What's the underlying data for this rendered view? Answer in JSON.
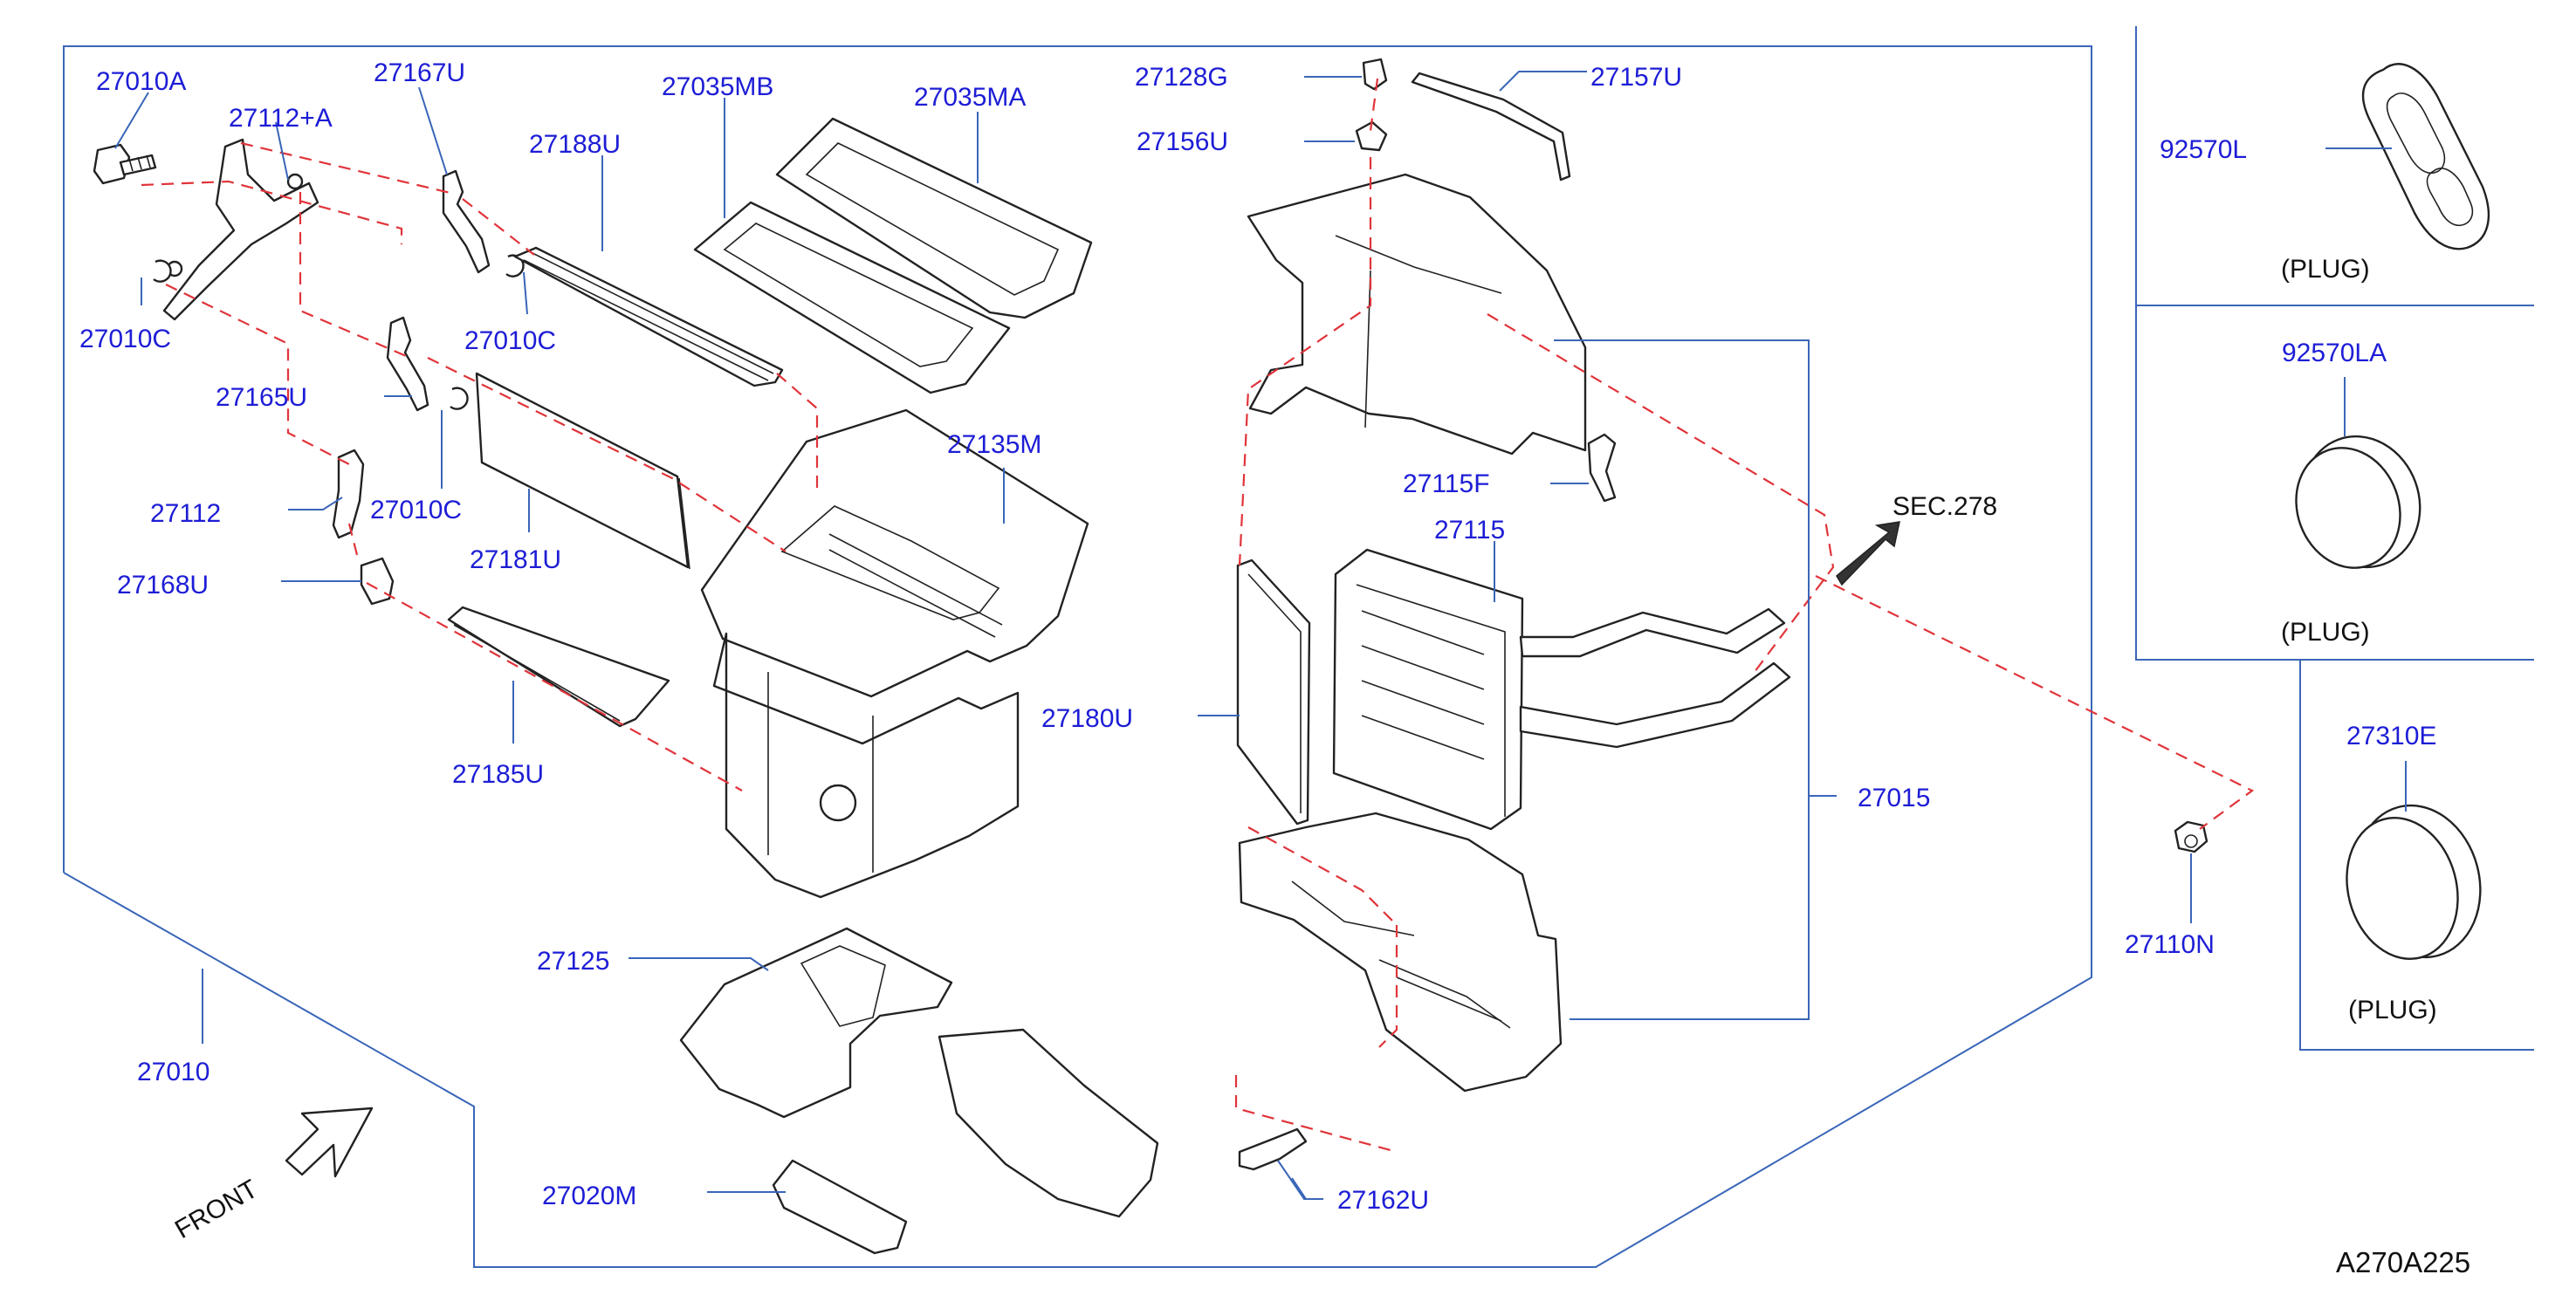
{
  "drawing_code": "A270A225",
  "front_label": "FRONT",
  "sec_reference": "SEC.278",
  "plug_caption": "(PLUG)",
  "colors": {
    "label": "#1d1dd6",
    "leader": "#3a66b8",
    "dashed": "#e0343a",
    "part_line": "#222222"
  },
  "parts": {
    "p27010A": "27010A",
    "p27112A": "27112+A",
    "p27167U": "27167U",
    "p27188U": "27188U",
    "p27035MB": "27035MB",
    "p27035MA": "27035MA",
    "p27010C_a": "27010C",
    "p27010C_b": "27010C",
    "p27010C_c": "27010C",
    "p27165U": "27165U",
    "p27112": "27112",
    "p27168U": "27168U",
    "p27181U": "27181U",
    "p27185U": "27185U",
    "p27135M": "27135M",
    "p27125": "27125",
    "p27010": "27010",
    "p27020M": "27020M",
    "p27128G": "27128G",
    "p27157U": "27157U",
    "p27156U": "27156U",
    "p27115F": "27115F",
    "p27115": "27115",
    "p27180U": "27180U",
    "p27015": "27015",
    "p27162U": "27162U",
    "p27110N": "27110N",
    "p92570L": "92570L",
    "p92570LA": "92570LA",
    "p27310E": "27310E"
  }
}
